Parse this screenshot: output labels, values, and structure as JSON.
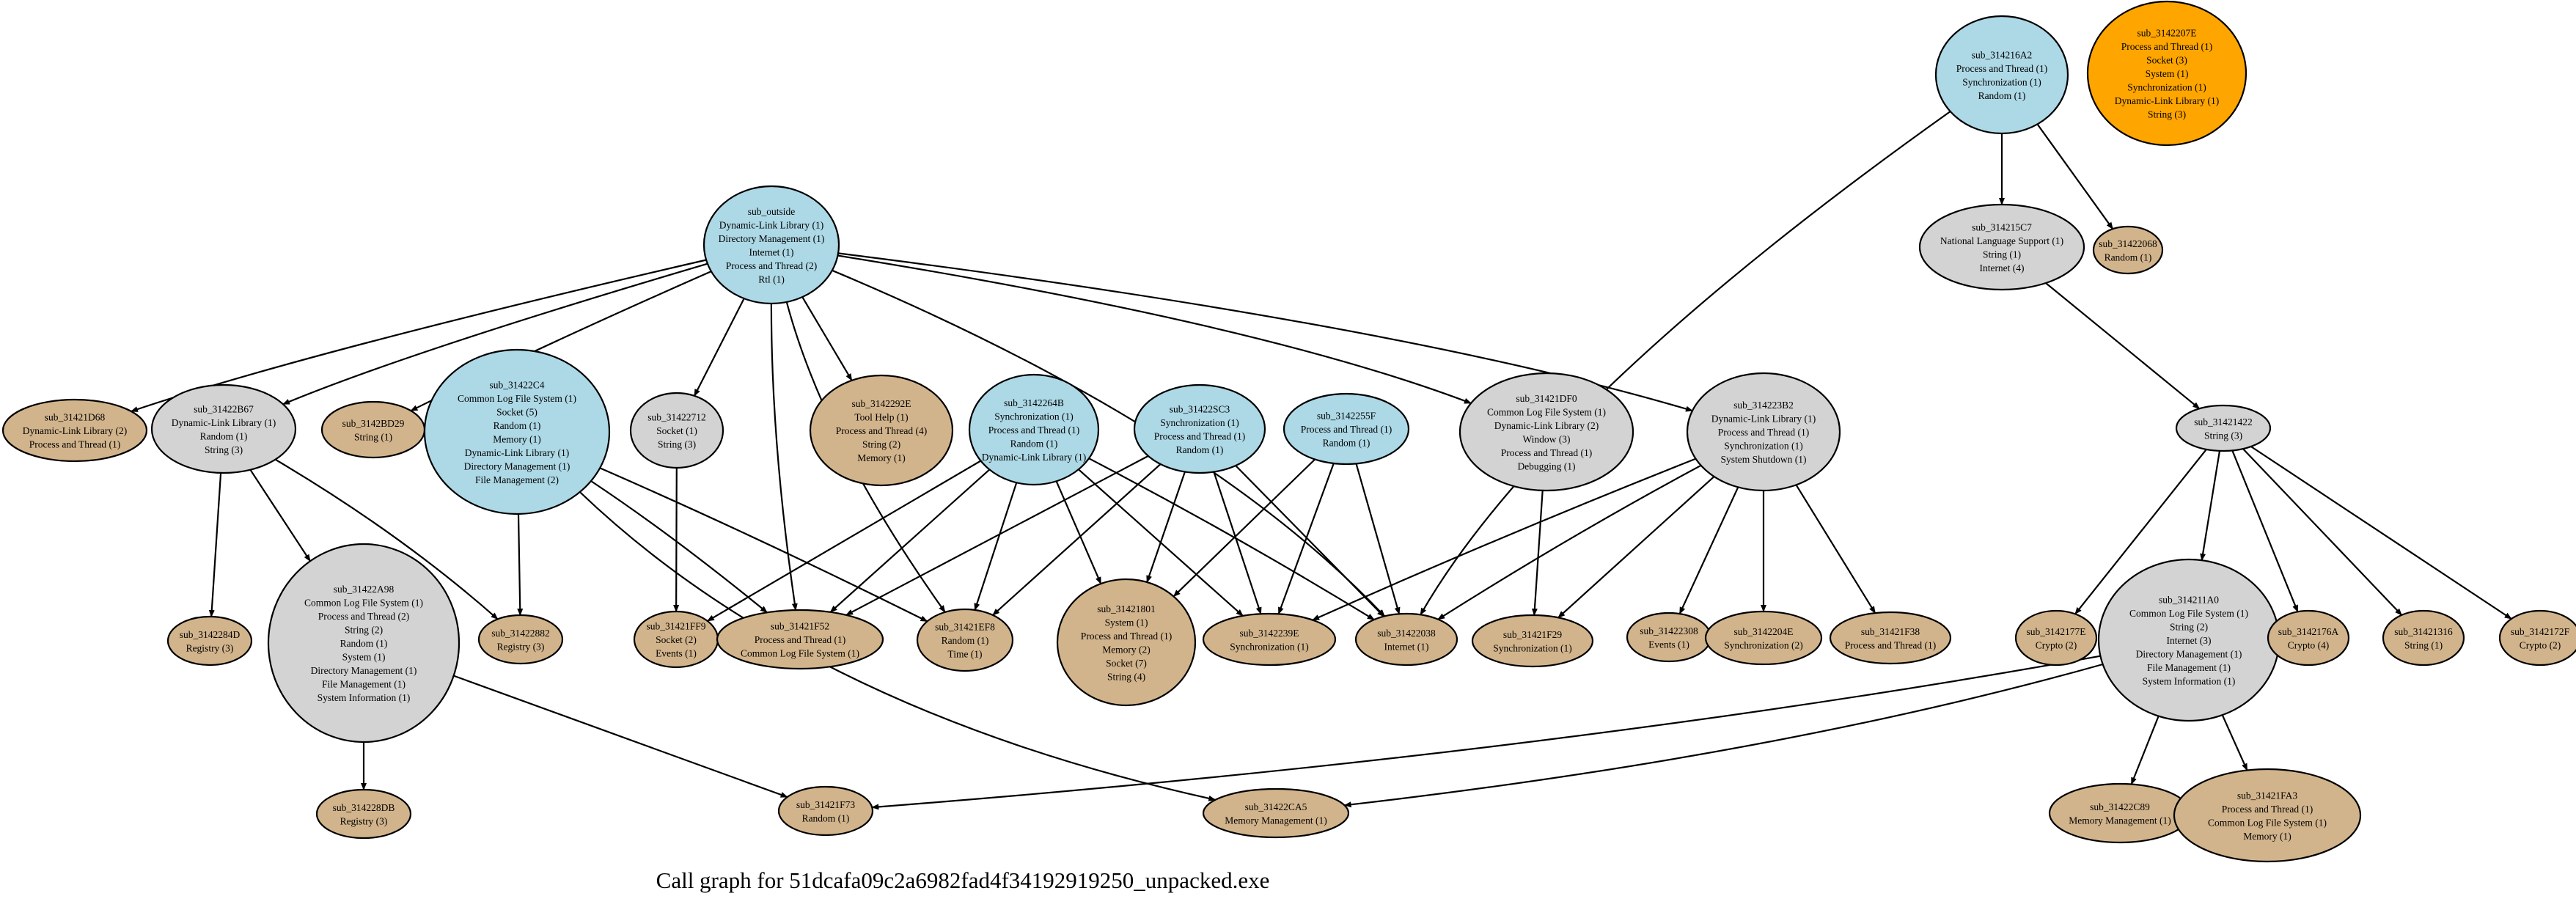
{
  "caption": "Call graph for 51dcafa09c2a6982fad4f34192919250_unpacked.exe",
  "colors": {
    "blue": "#add8e6",
    "gray": "#d3d3d3",
    "tan": "#d2b48c",
    "orange": "#ffa500",
    "edge": "#000000"
  },
  "nodes": [
    {
      "id": "sub_outside",
      "color": "blue",
      "lines": [
        "sub_outside",
        "Dynamic-Link Library (1)",
        "Directory Management (1)",
        "Internet (1)",
        "Process and Thread (2)",
        "Rtl (1)"
      ]
    },
    {
      "id": "sub_314216A2",
      "color": "blue",
      "lines": [
        "sub_314216A2",
        "Process and Thread (1)",
        "Synchronization (1)",
        "Random (1)"
      ]
    },
    {
      "id": "sub_3142207E",
      "color": "orange",
      "lines": [
        "sub_3142207E",
        "Process and Thread (1)",
        "Socket (3)",
        "System (1)",
        "Synchronization (1)",
        "Dynamic-Link Library (1)",
        "String (3)"
      ]
    },
    {
      "id": "sub_314215C7",
      "color": "gray",
      "lines": [
        "sub_314215C7",
        "National Language Support (1)",
        "String (1)",
        "Internet (4)"
      ]
    },
    {
      "id": "sub_31422068",
      "color": "tan",
      "lines": [
        "sub_31422068",
        "Random (1)"
      ]
    },
    {
      "id": "sub_31421D68",
      "color": "tan",
      "lines": [
        "sub_31421D68",
        "Dynamic-Link Library (2)",
        "Process and Thread (1)"
      ]
    },
    {
      "id": "sub_31422B67",
      "color": "gray",
      "lines": [
        "sub_31422B67",
        "Dynamic-Link Library (1)",
        "Random (1)",
        "String (3)"
      ]
    },
    {
      "id": "sub_3142BD29",
      "color": "tan",
      "lines": [
        "sub_3142BD29",
        "String (1)"
      ]
    },
    {
      "id": "sub_31422C4",
      "color": "blue",
      "lines": [
        "sub_31422C4",
        "Common Log File System (1)",
        "Socket (5)",
        "Random (1)",
        "Memory (1)",
        "Dynamic-Link Library (1)",
        "Directory Management (1)",
        "File Management (2)"
      ]
    },
    {
      "id": "sub_31422712",
      "color": "gray",
      "lines": [
        "sub_31422712",
        "Socket (1)",
        "String (3)"
      ]
    },
    {
      "id": "sub_3142292E",
      "color": "tan",
      "lines": [
        "sub_3142292E",
        "Tool Help (1)",
        "Process and Thread (4)",
        "String (2)",
        "Memory (1)"
      ]
    },
    {
      "id": "sub_3142264B",
      "color": "blue",
      "lines": [
        "sub_3142264B",
        "Synchronization (1)",
        "Process and Thread (1)",
        "Random (1)",
        "Dynamic-Link Library (1)"
      ]
    },
    {
      "id": "sub_31422SC3",
      "color": "blue",
      "lines": [
        "sub_31422SC3",
        "Synchronization (1)",
        "Process and Thread (1)",
        "Random (1)"
      ]
    },
    {
      "id": "sub_3142255F",
      "color": "blue",
      "lines": [
        "sub_3142255F",
        "Process and Thread (1)",
        "Random (1)"
      ]
    },
    {
      "id": "sub_31421DF0",
      "color": "gray",
      "lines": [
        "sub_31421DF0",
        "Common Log File System (1)",
        "Dynamic-Link Library (2)",
        "Window (3)",
        "Process and Thread (1)",
        "Debugging (1)"
      ]
    },
    {
      "id": "sub_314223B2",
      "color": "gray",
      "lines": [
        "sub_314223B2",
        "Dynamic-Link Library (1)",
        "Process and Thread (1)",
        "Synchronization (1)",
        "System Shutdown (1)"
      ]
    },
    {
      "id": "sub_31421422",
      "color": "gray",
      "lines": [
        "sub_31421422",
        "String (3)"
      ]
    },
    {
      "id": "sub_3142284D",
      "color": "tan",
      "lines": [
        "sub_3142284D",
        "Registry (3)"
      ]
    },
    {
      "id": "sub_31422A98",
      "color": "gray",
      "lines": [
        "sub_31422A98",
        "Common Log File System (1)",
        "Process and Thread (2)",
        "String (2)",
        "Random (1)",
        "System (1)",
        "Directory Management (1)",
        "File Management (1)",
        "System Information (1)"
      ]
    },
    {
      "id": "sub_31422882",
      "color": "tan",
      "lines": [
        "sub_31422882",
        "Registry (3)"
      ]
    },
    {
      "id": "sub_31421FF9",
      "color": "tan",
      "lines": [
        "sub_31421FF9",
        "Socket (2)",
        "Events (1)"
      ]
    },
    {
      "id": "sub_31421F52",
      "color": "tan",
      "lines": [
        "sub_31421F52",
        "Process and Thread (1)",
        "Common Log File System (1)"
      ]
    },
    {
      "id": "sub_31421EF8",
      "color": "tan",
      "lines": [
        "sub_31421EF8",
        "Random (1)",
        "Time (1)"
      ]
    },
    {
      "id": "sub_31421801",
      "color": "tan",
      "lines": [
        "sub_31421801",
        "System (1)",
        "Process and Thread (1)",
        "Memory (2)",
        "Socket (7)",
        "String (4)"
      ]
    },
    {
      "id": "sub_3142239E",
      "color": "tan",
      "lines": [
        "sub_3142239E",
        "Synchronization (1)"
      ]
    },
    {
      "id": "sub_31422038",
      "color": "tan",
      "lines": [
        "sub_31422038",
        "Internet (1)"
      ]
    },
    {
      "id": "sub_31421F29",
      "color": "tan",
      "lines": [
        "sub_31421F29",
        "Synchronization (1)"
      ]
    },
    {
      "id": "sub_31422308",
      "color": "tan",
      "lines": [
        "sub_31422308",
        "Events (1)"
      ]
    },
    {
      "id": "sub_3142204E",
      "color": "tan",
      "lines": [
        "sub_3142204E",
        "Synchronization (2)"
      ]
    },
    {
      "id": "sub_31421F38",
      "color": "tan",
      "lines": [
        "sub_31421F38",
        "Process and Thread (1)"
      ]
    },
    {
      "id": "sub_3142177E",
      "color": "tan",
      "lines": [
        "sub_3142177E",
        "Crypto (2)"
      ]
    },
    {
      "id": "sub_314211A0",
      "color": "gray",
      "lines": [
        "sub_314211A0",
        "Common Log File System (1)",
        "String (2)",
        "Internet (3)",
        "Directory Management (1)",
        "File Management (1)",
        "System Information (1)"
      ]
    },
    {
      "id": "sub_3142176A",
      "color": "tan",
      "lines": [
        "sub_3142176A",
        "Crypto (4)"
      ]
    },
    {
      "id": "sub_31421316",
      "color": "tan",
      "lines": [
        "sub_31421316",
        "String (1)"
      ]
    },
    {
      "id": "sub_3142172F",
      "color": "tan",
      "lines": [
        "sub_3142172F",
        "Crypto (2)"
      ]
    },
    {
      "id": "sub_314228DB",
      "color": "tan",
      "lines": [
        "sub_314228DB",
        "Registry (3)"
      ]
    },
    {
      "id": "sub_31421F73",
      "color": "tan",
      "lines": [
        "sub_31421F73",
        "Random (1)"
      ]
    },
    {
      "id": "sub_31422CA5",
      "color": "tan",
      "lines": [
        "sub_31422CA5",
        "Memory Management (1)"
      ]
    },
    {
      "id": "sub_31422C89",
      "color": "tan",
      "lines": [
        "sub_31422C89",
        "Memory Management (1)"
      ]
    },
    {
      "id": "sub_31421FA3",
      "color": "tan",
      "lines": [
        "sub_31421FA3",
        "Process and Thread (1)",
        "Common Log File System (1)",
        "Memory (1)"
      ]
    }
  ]
}
